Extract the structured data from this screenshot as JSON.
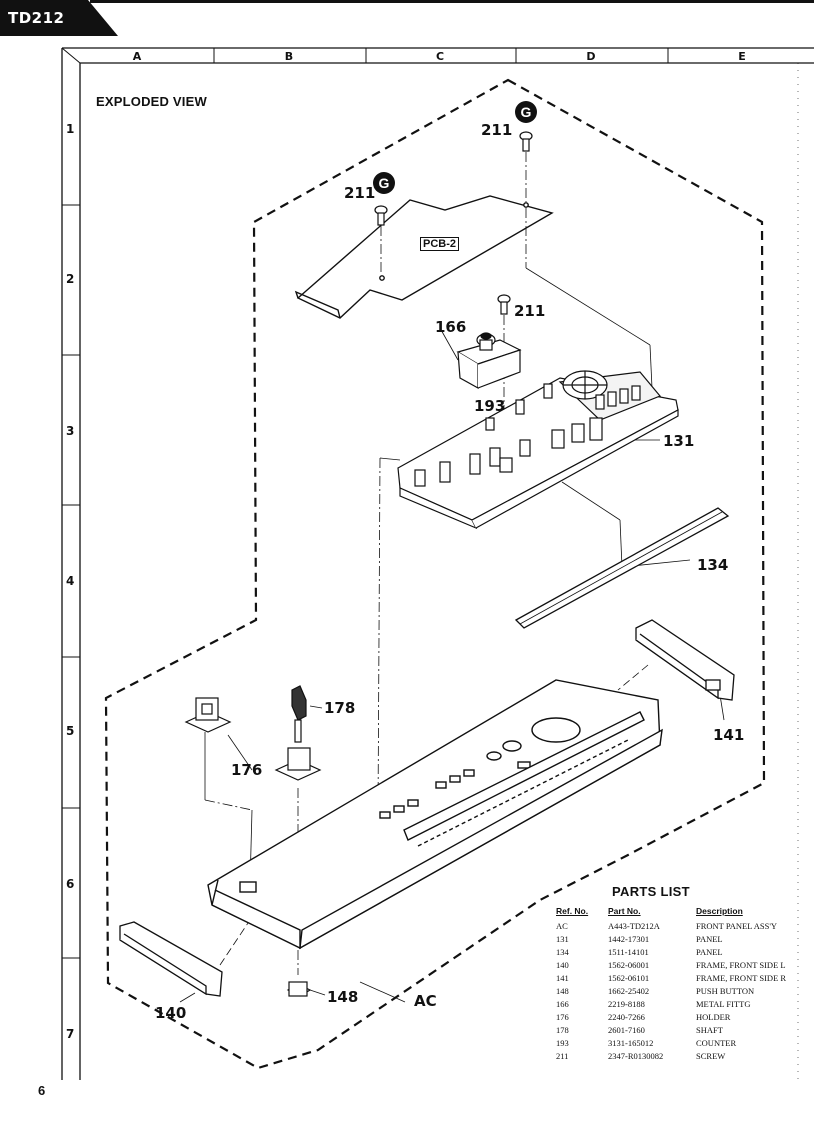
{
  "header": {
    "model": "TD212"
  },
  "page_number": "6",
  "grid": {
    "columns": [
      "A",
      "B",
      "C",
      "D",
      "E"
    ],
    "rows": [
      "1",
      "2",
      "3",
      "4",
      "5",
      "6",
      "7"
    ]
  },
  "drawing": {
    "title": "EXPLODED VIEW",
    "board_label": "PCB-2",
    "group_marker": "G",
    "callouts": {
      "c211a": "211",
      "c211b": "211",
      "c211c": "211",
      "c166": "166",
      "c193": "193",
      "c131": "131",
      "c134": "134",
      "c141": "141",
      "c178": "178",
      "c176": "176",
      "c140": "140",
      "c148": "148",
      "cAC": "AC"
    }
  },
  "parts_list": {
    "title": "PARTS LIST",
    "headers": {
      "ref": "Ref. No.",
      "part": "Part No.",
      "desc": "Description"
    },
    "rows": [
      {
        "ref": "AC",
        "part": "A443-TD212A",
        "desc": "FRONT PANEL ASS'Y"
      },
      {
        "ref": "131",
        "part": "1442-17301",
        "desc": "PANEL"
      },
      {
        "ref": "134",
        "part": "1511-14101",
        "desc": "PANEL"
      },
      {
        "ref": "140",
        "part": "1562-06001",
        "desc": "FRAME, FRONT SIDE L"
      },
      {
        "ref": "141",
        "part": "1562-06101",
        "desc": "FRAME, FRONT SIDE R"
      },
      {
        "ref": "148",
        "part": "1662-25402",
        "desc": "PUSH BUTTON"
      },
      {
        "ref": "166",
        "part": "2219-8188",
        "desc": "METAL FITTG"
      },
      {
        "ref": "176",
        "part": "2240-7266",
        "desc": "HOLDER"
      },
      {
        "ref": "178",
        "part": "2601-7160",
        "desc": "SHAFT"
      },
      {
        "ref": "193",
        "part": "3131-165012",
        "desc": "COUNTER"
      },
      {
        "ref": "211",
        "part": "2347-R0130082",
        "desc": "SCREW"
      }
    ]
  }
}
